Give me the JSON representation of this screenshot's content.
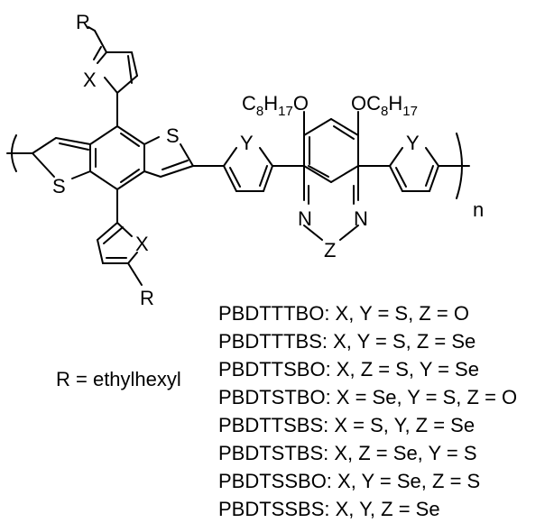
{
  "structure": {
    "atoms": {
      "r_top": "R",
      "x_top": "X",
      "s_bdt_right": "S",
      "s_bdt_left": "S",
      "x_bottom": "X",
      "r_bottom": "R",
      "y_left": "Y",
      "y_right": "Y",
      "n_left": "N",
      "n_right": "N",
      "z": "Z",
      "o_left": "O",
      "o_right": "O",
      "repeat_n": "n"
    },
    "alkoxy_left": {
      "c": "C",
      "c_count": "8",
      "h": "H",
      "h_count": "17"
    },
    "alkoxy_right": {
      "c": "C",
      "c_count": "8",
      "h": "H",
      "h_count": "17"
    }
  },
  "r_definition": "R = ethylhexyl",
  "variants": [
    "PBDTTTBO: X, Y = S, Z = O",
    "PBDTTTBS: X, Y = S, Z = Se",
    "PBDTTSBO: X, Z = S, Y = Se",
    "PBDTSTBO: X = Se, Y = S, Z = O",
    "PBDTTSBS: X = S, Y, Z = Se",
    "PBDTSTBS: X, Z = Se, Y = S",
    "PBDTSSBO: X, Y = Se, Z = S",
    "PBDTSSBS: X, Y, Z = Se"
  ]
}
